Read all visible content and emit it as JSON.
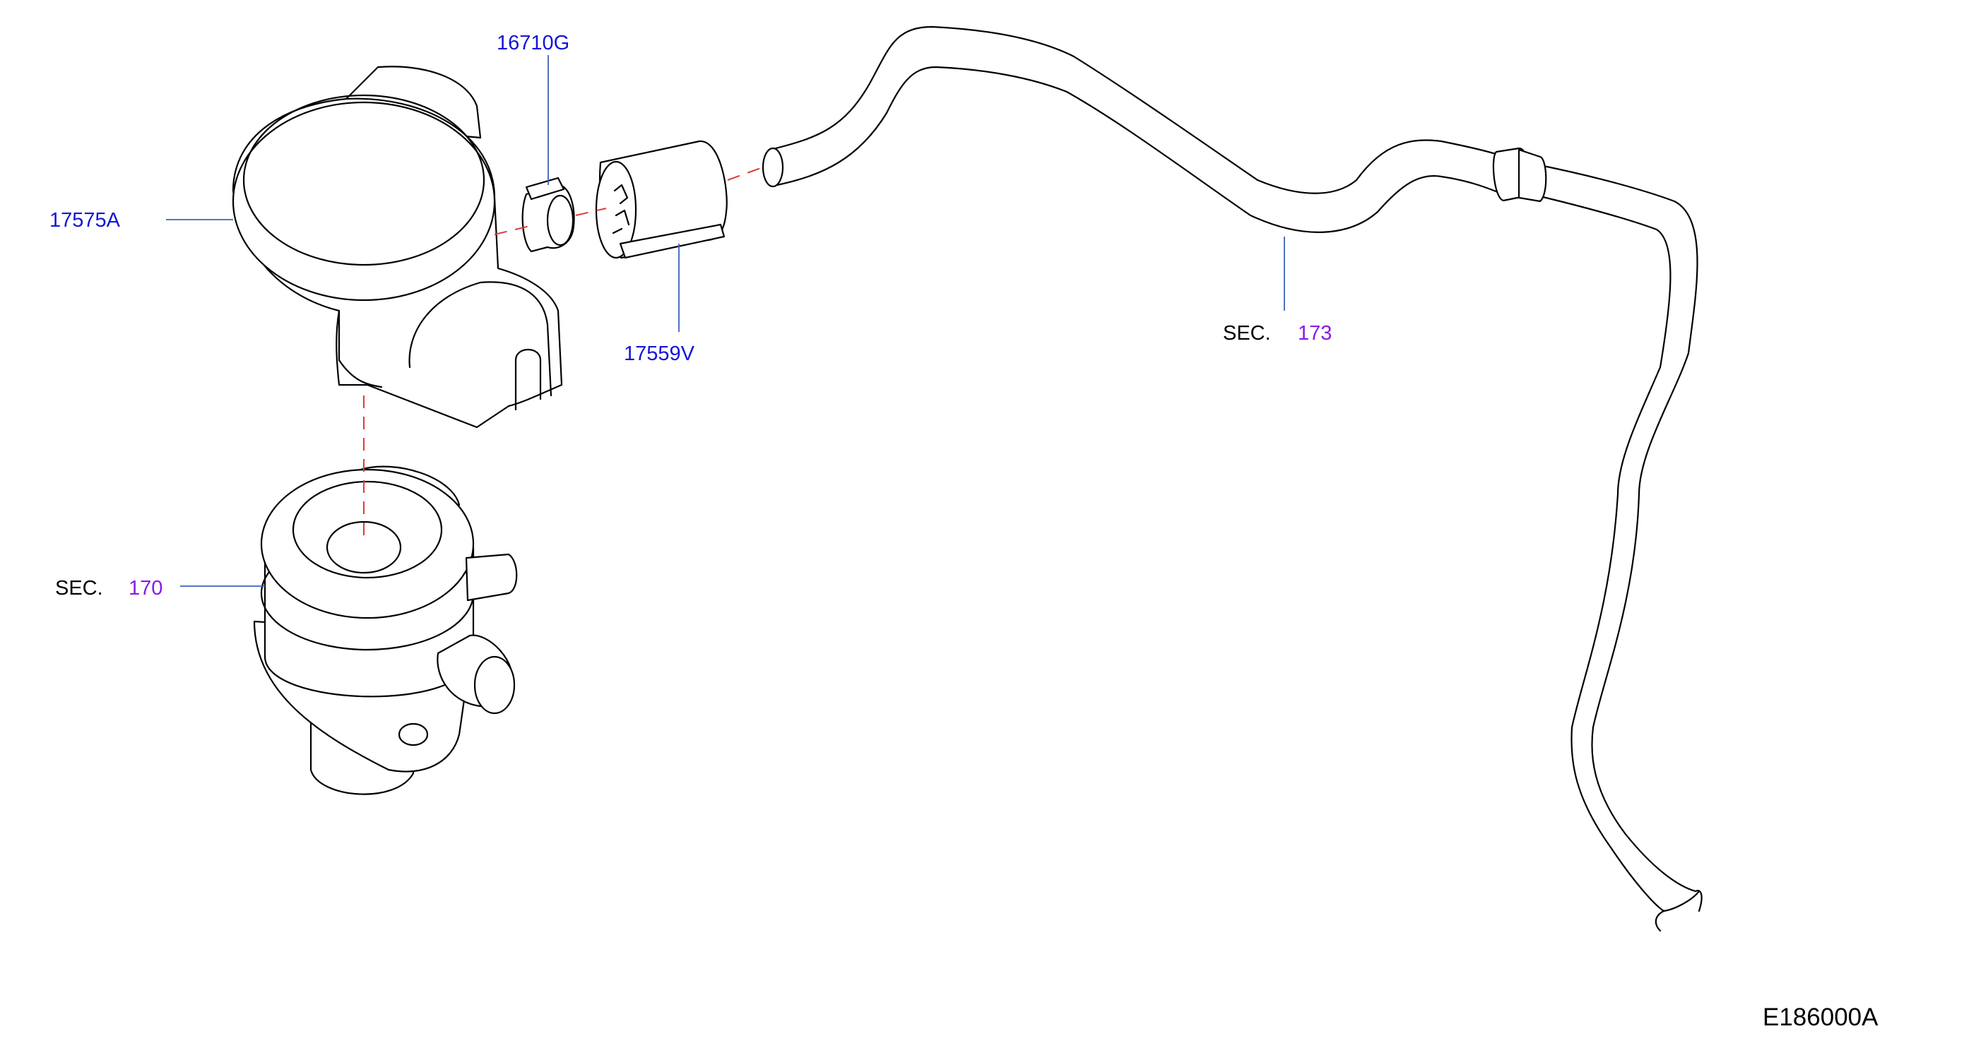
{
  "diagram": {
    "drawing_code": "E186000A",
    "callouts": [
      {
        "id": "17575A",
        "text": "17575A"
      },
      {
        "id": "16710G",
        "text": "16710G"
      },
      {
        "id": "17559V",
        "text": "17559V"
      }
    ],
    "section_refs": [
      {
        "prefix": "SEC.",
        "number": "173"
      },
      {
        "prefix": "SEC.",
        "number": "170"
      }
    ]
  },
  "colors": {
    "part_number": "#1515d6",
    "section_number": "#8a1ae8",
    "leader_line": "#3d62b8",
    "dashed_line": "#e03a3a",
    "outline": "#000000",
    "text_black": "#000000"
  }
}
